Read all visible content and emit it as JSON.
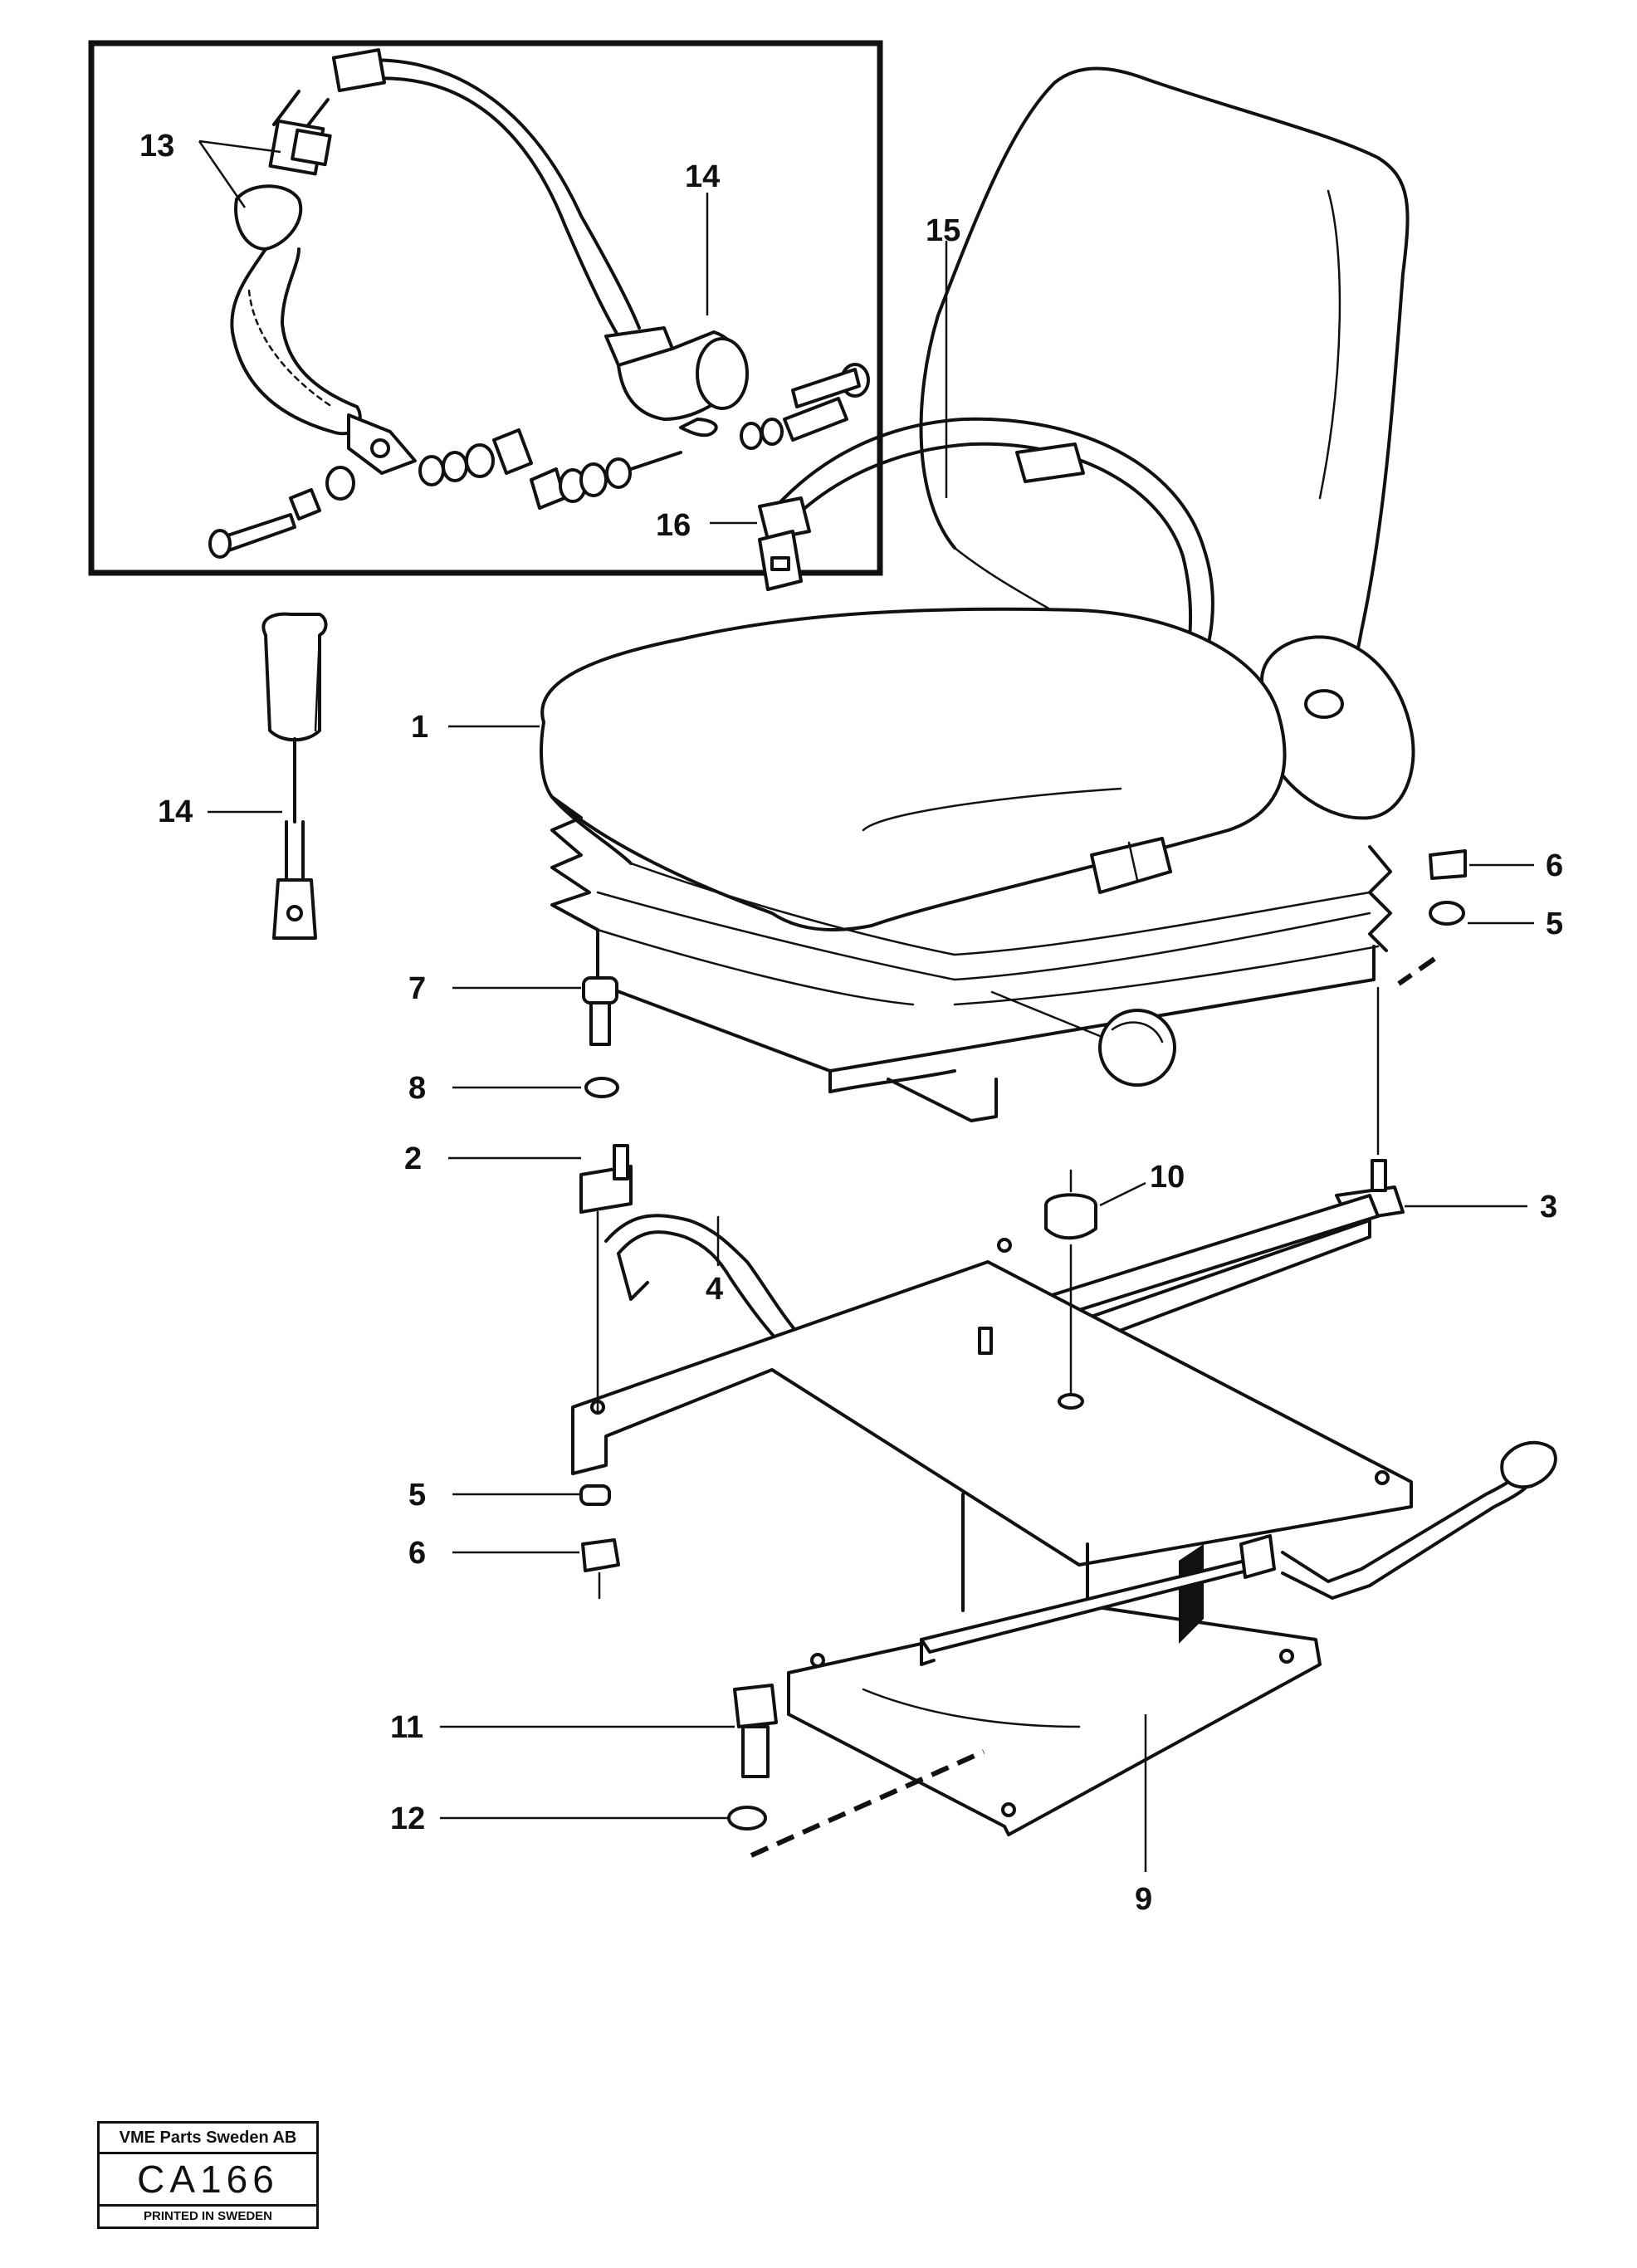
{
  "callouts": {
    "c1": "1",
    "c2": "2",
    "c3": "3",
    "c4": "4",
    "c5a": "5",
    "c5b": "5",
    "c6a": "6",
    "c6b": "6",
    "c7": "7",
    "c8": "8",
    "c9": "9",
    "c10": "10",
    "c11": "11",
    "c12": "12",
    "c13": "13",
    "c14a": "14",
    "c14b": "14",
    "c15": "15",
    "c16": "16"
  },
  "title_block": {
    "company": "VME Parts Sweden AB",
    "code": "CA166",
    "printed": "PRINTED IN SWEDEN"
  }
}
